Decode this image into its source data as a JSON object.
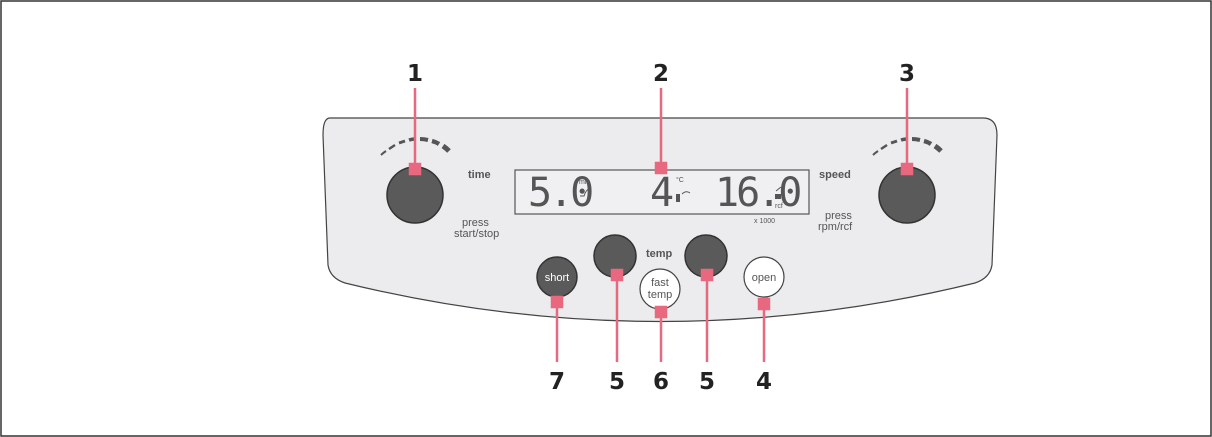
{
  "callouts": {
    "c1": "1",
    "c2": "2",
    "c3": "3",
    "c4": "4",
    "c5a": "5",
    "c5b": "5",
    "c6": "6",
    "c7": "7"
  },
  "panel": {
    "time_label": "time",
    "time_hint_line1": "press",
    "time_hint_line2": "start/stop",
    "speed_label": "speed",
    "speed_hint_line1": "press",
    "speed_hint_line2": "rpm/rcf",
    "temp_label": "temp"
  },
  "display": {
    "time_value": "5.0",
    "time_unit": "min",
    "temp_value": "4",
    "temp_unit": "°C",
    "speed_value": "16.0",
    "speed_unit": "rcf",
    "speed_multiplier": "x 1000"
  },
  "buttons": {
    "short": "short",
    "fast_line1": "fast",
    "fast_line2": "temp",
    "open": "open"
  },
  "colors": {
    "marker": "#e8697f",
    "knob": "#5a5a5a",
    "panel": "#ececee"
  }
}
